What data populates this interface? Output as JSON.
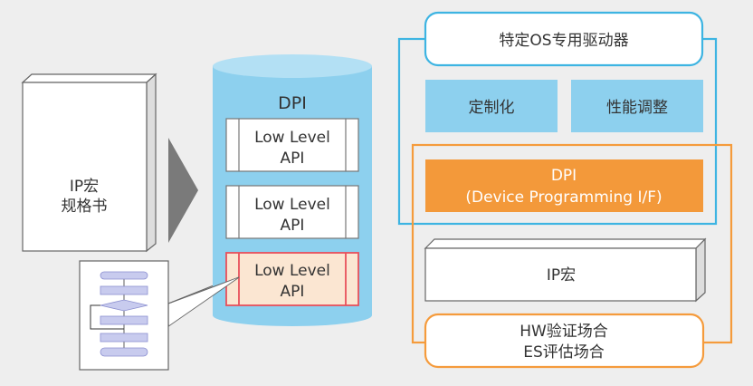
{
  "colors": {
    "background": "#eeeeee",
    "blue_accent": "#3db4e2",
    "blue_fill": "#8dd0ee",
    "cylinder_top": "#b3e0f4",
    "orange_accent": "#f59b3c",
    "orange_fill": "#f3993a",
    "red_highlight": "#e8505b",
    "highlight_fill": "#fbe6d2",
    "flow_fill": "#c8cbee",
    "arrow_gray": "#7a7a7a"
  },
  "spec_book": {
    "line1": "IP宏",
    "line2": "规格书",
    "flowchart_icon": "flowchart-icon"
  },
  "arrow_icon": "triangle-right-icon",
  "dpi_cylinder": {
    "title": "DPI",
    "apis": [
      {
        "line1": "Low Level",
        "line2": "API",
        "highlighted": false
      },
      {
        "line1": "Low Level",
        "line2": "API",
        "highlighted": false
      },
      {
        "line1": "Low Level",
        "line2": "API",
        "highlighted": true
      }
    ]
  },
  "stack": {
    "os_driver": "特定OS专用驱动器",
    "customize": "定制化",
    "tuning": "性能调整",
    "dpi_line1": "DPI",
    "dpi_line2": "(Device Programming I/F)",
    "ip_macro": "IP宏",
    "hw_line1": "HW验证场合",
    "hw_line2": "ES评估场合"
  }
}
